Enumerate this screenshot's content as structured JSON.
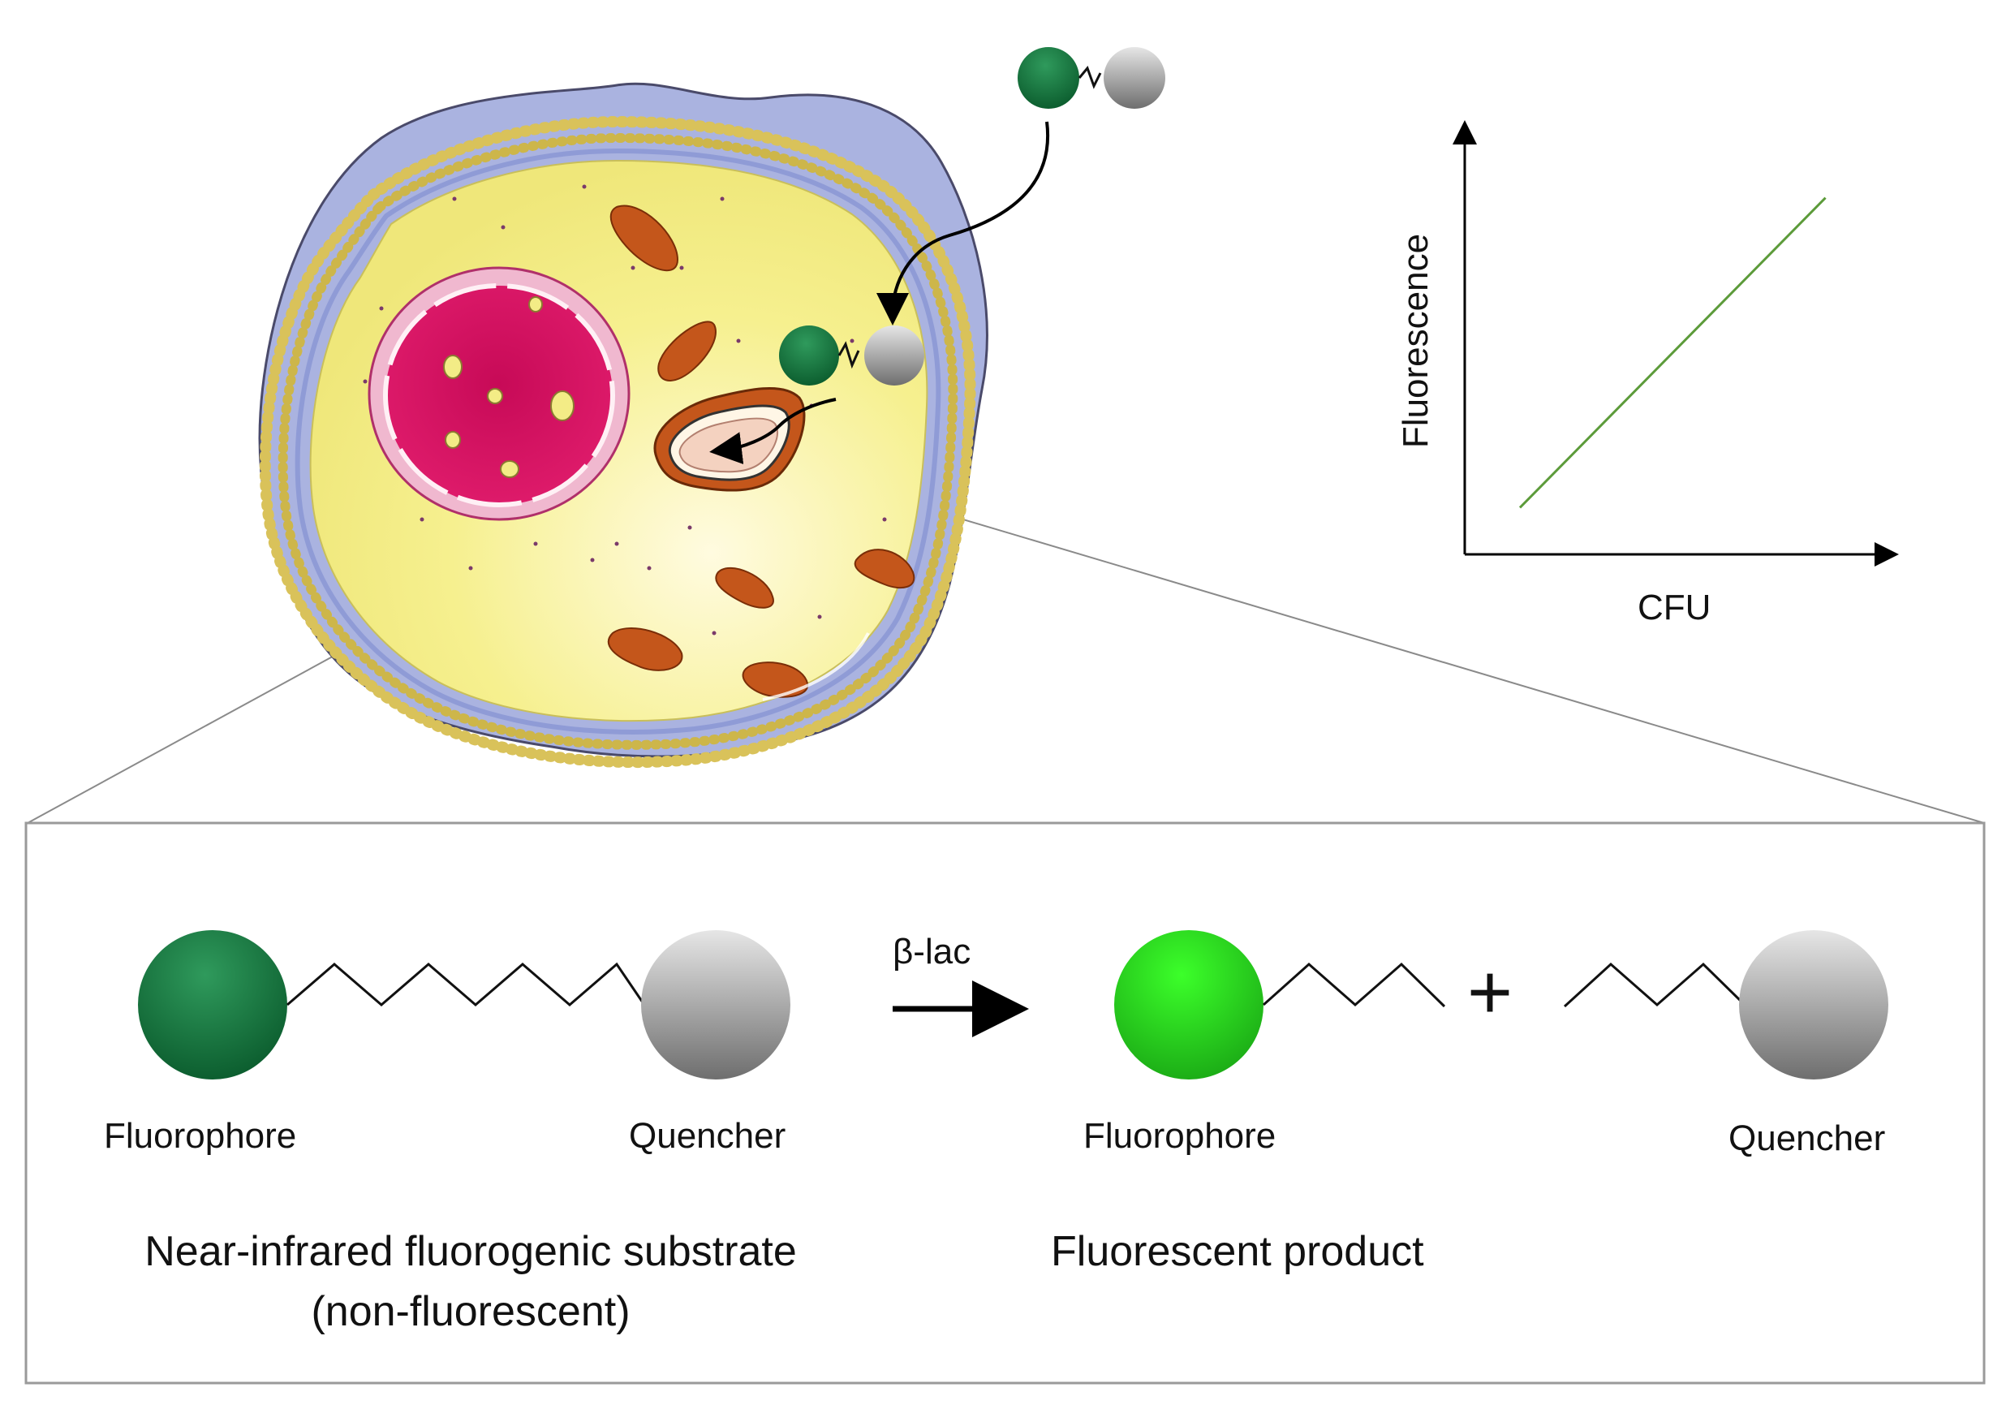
{
  "chart": {
    "x_label": "CFU",
    "y_label": "Fluorescence",
    "line_color": "#5c9b3a"
  },
  "chart_data": {
    "type": "line",
    "title": "",
    "xlabel": "CFU",
    "ylabel": "Fluorescence",
    "x_ticks": [],
    "y_ticks": [],
    "grid": false,
    "series": [
      {
        "x": [
          0.13,
          0.85
        ],
        "y": [
          0.11,
          0.84
        ]
      }
    ],
    "xlim": [
      0,
      1
    ],
    "ylim": [
      0,
      1
    ]
  },
  "reaction": {
    "enzyme_label": "β-lac",
    "plus_sign": "+",
    "substrate": {
      "fluorophore_label": "Fluorophore",
      "quencher_label": "Quencher",
      "caption_line1": "Near-infrared fluorogenic substrate",
      "caption_line2": "(non-fluorescent)"
    },
    "product": {
      "fluorophore_label": "Fluorophore",
      "quencher_label": "Quencher",
      "caption": "Fluorescent product"
    }
  },
  "colors": {
    "fluorophore_dark": "#0f7a3f",
    "fluorophore_bright": "#2fe61f",
    "quencher_gray": "#b5b5b5",
    "cytoplasm": "#f7f19c",
    "membrane": "#9fa8d8",
    "nucleus": "#d4115f",
    "mitochondria": "#c9581b"
  }
}
